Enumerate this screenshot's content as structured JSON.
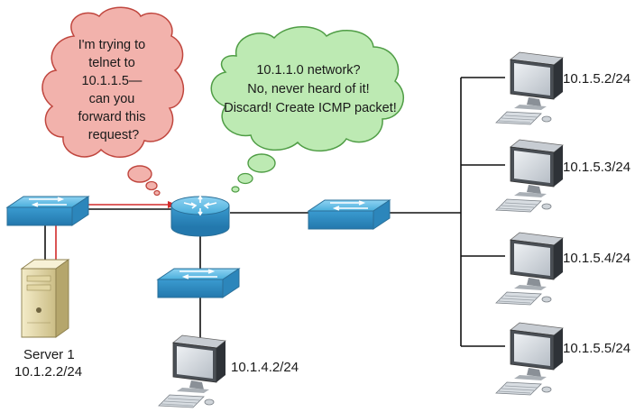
{
  "bubbles": {
    "client": {
      "lines": [
        "I'm trying to",
        "telnet to",
        "10.1.1.5—",
        "can you",
        "forward this",
        "request?"
      ],
      "color": "#f2b2ac",
      "stroke": "#c0463e"
    },
    "router": {
      "lines": [
        "10.1.1.0 network?",
        "No, never heard of it!",
        "Discard! Create ICMP packet!"
      ],
      "color": "#bdeab3",
      "stroke": "#4f9d45"
    }
  },
  "labels": {
    "server_name": "Server 1",
    "server_ip": "10.1.2.2/24",
    "host_lan4": "10.1.4.2/24",
    "host_a": "10.1.5.2/24",
    "host_b": "10.1.5.3/24",
    "host_c": "10.1.5.4/24",
    "host_d": "10.1.5.5/24"
  },
  "colors": {
    "switch": "#5fb9e2",
    "router": "#5fb9e2",
    "packet_path": "#d22b2b",
    "cable": "#111111"
  }
}
